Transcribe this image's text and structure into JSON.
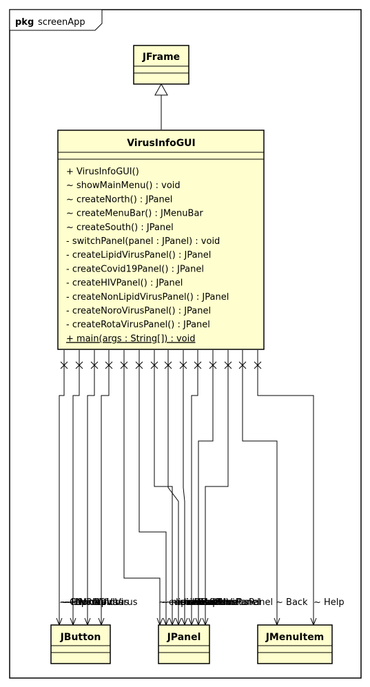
{
  "package": {
    "keyword": "pkg",
    "name": "screenApp"
  },
  "classes": {
    "jframe": {
      "name": "JFrame"
    },
    "main": {
      "name": "VirusInfoGUI",
      "methods": [
        "+ VirusInfoGUI()",
        "~ showMainMenu() : void",
        "~ createNorth() : JPanel",
        "~ createMenuBar() : JMenuBar",
        "~ createSouth() : JPanel",
        "- switchPanel(panel : JPanel) : void",
        "- createLipidVirusPanel() : JPanel",
        "- createCovid19Panel() : JPanel",
        "- createHIVPanel() : JPanel",
        "- createNonLipidVirusPanel() : JPanel",
        "- createNoroVirusPanel() : JPanel",
        "- createRotaVirusPanel() : JPanel",
        "+ main(args : String[]) : void"
      ]
    },
    "jbutton": {
      "name": "JButton"
    },
    "jpanel": {
      "name": "JPanel"
    },
    "jmenuitem": {
      "name": "JMenuItem"
    }
  },
  "associations": {
    "button_roles": [
      "~ Covid19",
      "~ HIV",
      "~ LipidVirus",
      "~ NonLipidVirus",
      "~ NoroVirus",
      "~ RotaVirus"
    ],
    "panel_roles": [
      "~ currentPanel",
      "~ mainPanel",
      "~ lipidVirusPanel",
      "~ covid19Panel",
      "~ hivPanel",
      "~ nonLipidVirusPanel",
      "~ noroVirusPanel",
      "~ rotaVirusPanel"
    ],
    "menuitem_roles": [
      "~ Back",
      "~ Help"
    ]
  }
}
